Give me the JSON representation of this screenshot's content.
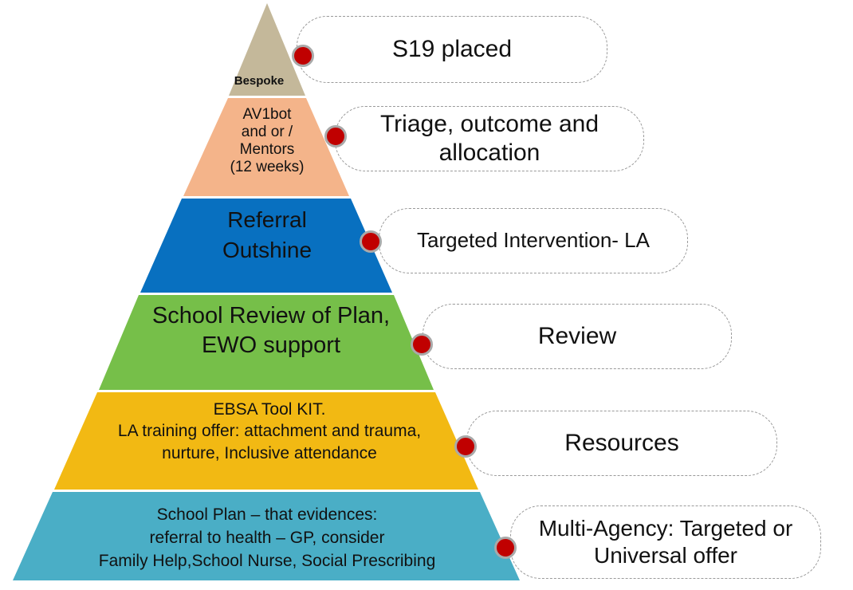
{
  "tiers": [
    {
      "label": "Bespoke",
      "color": "#c4b89a"
    },
    {
      "label_lines": [
        "AV1bot",
        "and or /",
        "Mentors",
        "(12 weeks)"
      ],
      "color": "#f4b48a"
    },
    {
      "label_lines": [
        "Referral",
        "Outshine"
      ],
      "color": "#0870c0"
    },
    {
      "label_lines": [
        "School Review of Plan,",
        "EWO support"
      ],
      "color": "#76bf49"
    },
    {
      "label_lines": [
        "EBSA Tool KIT.",
        "LA training offer: attachment and trauma,",
        "nurture, Inclusive attendance"
      ],
      "color": "#f2b913"
    },
    {
      "label_lines": [
        "School Plan – that evidences:",
        "referral to health – GP, consider",
        "Family Help,School Nurse, Social Prescribing"
      ],
      "color": "#4aaec6"
    }
  ],
  "callouts": [
    {
      "text": "S19 placed"
    },
    {
      "text_lines": [
        "Triage, outcome and",
        "allocation"
      ]
    },
    {
      "text": "Targeted Intervention- LA"
    },
    {
      "text": "Review"
    },
    {
      "text": "Resources"
    },
    {
      "text_lines": [
        "Multi-Agency: Targeted or",
        "Universal offer"
      ]
    }
  ],
  "dot_color": "#c00000"
}
